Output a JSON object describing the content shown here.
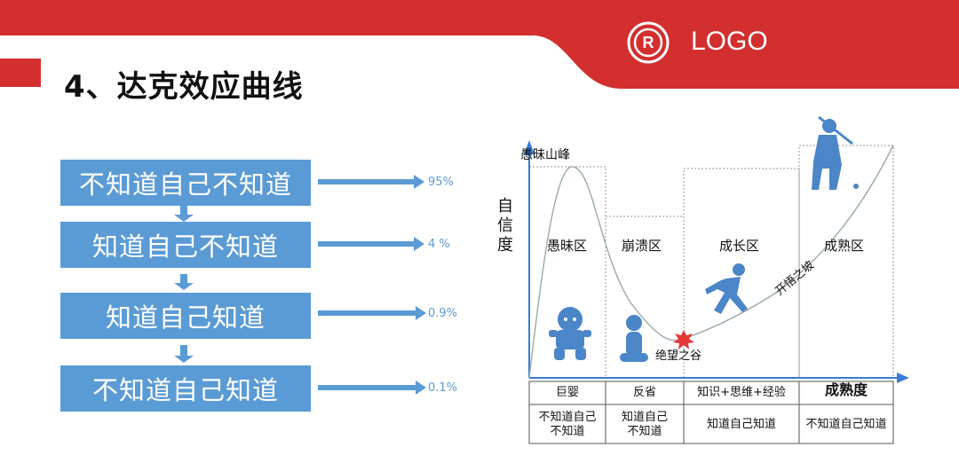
{
  "header": {
    "title": "4、达克效应曲线",
    "logo_text": "LOGO",
    "colors": {
      "brand_red": "#d32f2f",
      "flow_blue": "#5b9bd5",
      "axis_blue": "#3a7bd5"
    }
  },
  "flow": {
    "steps": [
      {
        "label": "不知道自己不知道",
        "percent": "95%"
      },
      {
        "label": "知道自己不知道",
        "percent": "4 %"
      },
      {
        "label": "知道自己知道",
        "percent": "0.9%"
      },
      {
        "label": "不知道自己知道",
        "percent": "0.1%"
      }
    ]
  },
  "diagram": {
    "y_label": "自信度",
    "x_label": "成熟度",
    "peak_label": "愚昧山峰",
    "valley_label": "绝望之谷",
    "slope_label": "开悟之坡",
    "zones": [
      {
        "name": "愚昧区",
        "stage": "巨婴",
        "desc": "不知道自己\n不知道"
      },
      {
        "name": "崩溃区",
        "stage": "反省",
        "desc": "知道自己\n不知道"
      },
      {
        "name": "成长区",
        "stage": "知识+思维+经验",
        "desc": "知道自己知道"
      },
      {
        "name": "成熟区",
        "stage": "",
        "desc": "不知道自己知道"
      }
    ],
    "icons": [
      "baby-icon",
      "sitting-person-icon",
      "burst-icon",
      "running-person-icon",
      "golfer-icon"
    ]
  }
}
